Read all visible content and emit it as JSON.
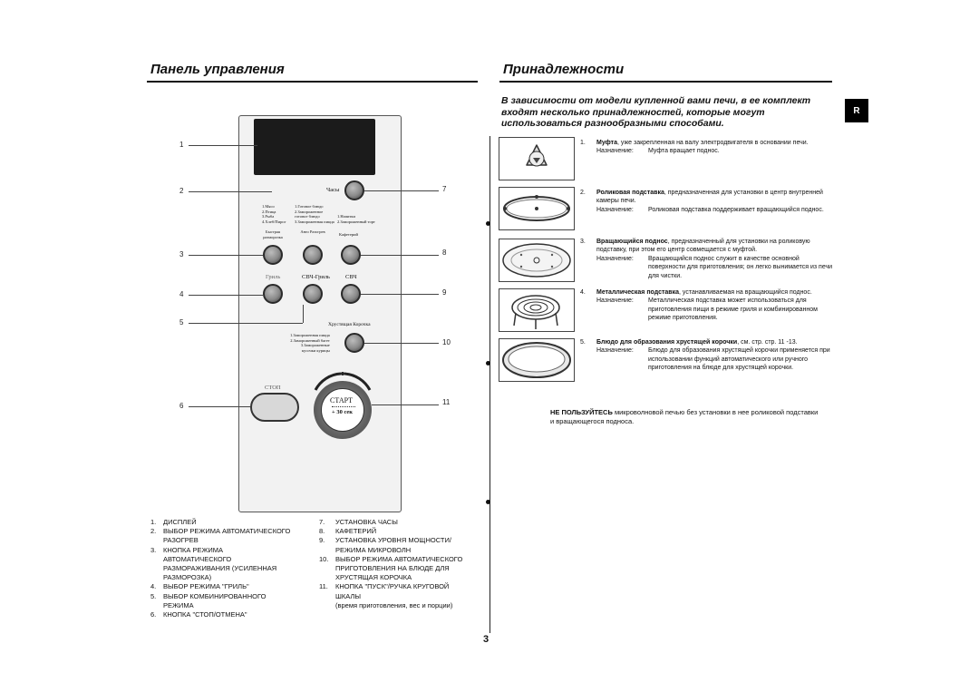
{
  "left": {
    "title": "Панель управления",
    "panel": {
      "clock_label": "Часы",
      "auto_list": [
        "1.Мясо",
        "2.Птица",
        "3.Рыба",
        "4.Хлеб/Пирог"
      ],
      "auto_list2": [
        "1.Готовое блюдо",
        "2.Замороженное",
        "готовое блюдо",
        "3.Замороженная пицца"
      ],
      "auto_list3": [
        "1.Напитки",
        "2.Замороженный торт"
      ],
      "col_labels": [
        "Быстрая разморозка",
        "Авто Разогрев",
        "Кафетерий"
      ],
      "power_labels": [
        "Гриль",
        "СВЧ-Гриль",
        "СВЧ"
      ],
      "crusty_label": "Хрустящая Корочка",
      "crusty_list": [
        "1.Замороженная пицца",
        "2.Замороженный багет",
        "3.Замороженные",
        "кусочки курицы"
      ],
      "stop_label": "СТОП",
      "start_label": "СТАРТ",
      "start_sub": "+ 30 сек",
      "callouts_left": [
        "1",
        "2",
        "3",
        "4",
        "5",
        "6"
      ],
      "callouts_right": [
        "7",
        "8",
        "9",
        "10",
        "11"
      ]
    },
    "legend_col1": [
      {
        "n": "1.",
        "t": "ДИСПЛЕЙ"
      },
      {
        "n": "2.",
        "t": "ВЫБОР РЕЖИМА АВТОМАТИЧЕСКОГО"
      },
      {
        "n": "",
        "t": "РАЗОГРЕВ"
      },
      {
        "n": "3.",
        "t": "КНОПКА РЕЖИМА"
      },
      {
        "n": "",
        "t": "АВТОМАТИЧЕСКОГО"
      },
      {
        "n": "",
        "t": "РАЗМОРАЖИВАНИЯ (УСИЛЕННАЯ"
      },
      {
        "n": "",
        "t": "РАЗМОРОЗКА)"
      },
      {
        "n": "4.",
        "t": "ВЫБОР РЕЖИМА \"ГРИЛЬ\""
      },
      {
        "n": "5.",
        "t": "ВЫБОР КОМБИНИРОВАННОГО"
      },
      {
        "n": "",
        "t": "РЕЖИМА"
      },
      {
        "n": "6.",
        "t": "КНОПКА \"СТОП/ОТМЕНА\""
      }
    ],
    "legend_col2": [
      {
        "n": "7.",
        "t": "УСТАНОВКА ЧАСЫ"
      },
      {
        "n": "8.",
        "t": "КАФЕТЕРИЙ"
      },
      {
        "n": "9.",
        "t": "УСТАНОВКА УРОВНЯ МОЩНОСТИ/"
      },
      {
        "n": "",
        "t": "РЕЖИМА МИКРОВОЛН"
      },
      {
        "n": "10.",
        "t": "ВЫБОР РЕЖИМА АВТОМАТИЧЕСКОГО"
      },
      {
        "n": "",
        "t": "ПРИГОТОВЛЕНИЯ НА БЛЮДЕ ДЛЯ"
      },
      {
        "n": "",
        "t": "ХРУСТЯЩАЯ КОРОЧКА"
      },
      {
        "n": "11.",
        "t": "КНОПКА \"ПУСК\"/РУЧКА КРУГОВОЙ"
      },
      {
        "n": "",
        "t": "ШКАЛЫ"
      },
      {
        "n": "",
        "t": "(время приготовления, вес и порции)"
      }
    ]
  },
  "right": {
    "title": "Принадлежности",
    "lang_badge": "R",
    "intro": "В зависимости от модели купленной вами печи, в ее комплект входят несколько принадлежностей, которые могут использоваться разнообразными способами.",
    "items": [
      {
        "num": "1.",
        "name": "Муфта",
        "desc": ", уже закрепленная на валу электродвигателя в основании печи.",
        "purpose_key": "Назначение:",
        "purpose": "Муфта вращает поднос."
      },
      {
        "num": "2.",
        "name": "Роликовая подставка",
        "desc": ", предназначенная для установки в центр внутренней камеры печи.",
        "purpose_key": "Назначение:",
        "purpose": "Роликовая подставка поддерживает вращающийся поднос."
      },
      {
        "num": "3.",
        "name": "Вращающийся поднос",
        "desc": ", предназначенный для установки на роликовую подставку, при этом его центр совмещается с муфтой.",
        "purpose_key": "Назначение:",
        "purpose": "Вращающийся поднос служит в качестве основной поверхности для приготовления; он легко вынимается из печи для чистки."
      },
      {
        "num": "4.",
        "name": "Металлическая подставка",
        "desc": ", устанавливаемая на вращающийся поднос.",
        "purpose_key": "Назначение:",
        "purpose": "Металлическая подставка может использоваться для приготовления пищи в режиме гриля и комбинированном режиме приготовления."
      },
      {
        "num": "5.",
        "name": "Блюдо для образования хрустящей корочки",
        "desc": ", см. стр. стр. 11 -13.",
        "purpose_key": "Назначение:",
        "purpose": "Блюдо для образования хрустящей корочки применяется при использовании функций автоматического или ручного приготовления на блюде для хрустящей корочки."
      }
    ],
    "warning_bold": "НЕ ПОЛЬЗУЙТЕСЬ",
    "warning": " микроволновой печью без установки в нее роликовой подставки и вращающегося подноса."
  },
  "page_number": "3"
}
